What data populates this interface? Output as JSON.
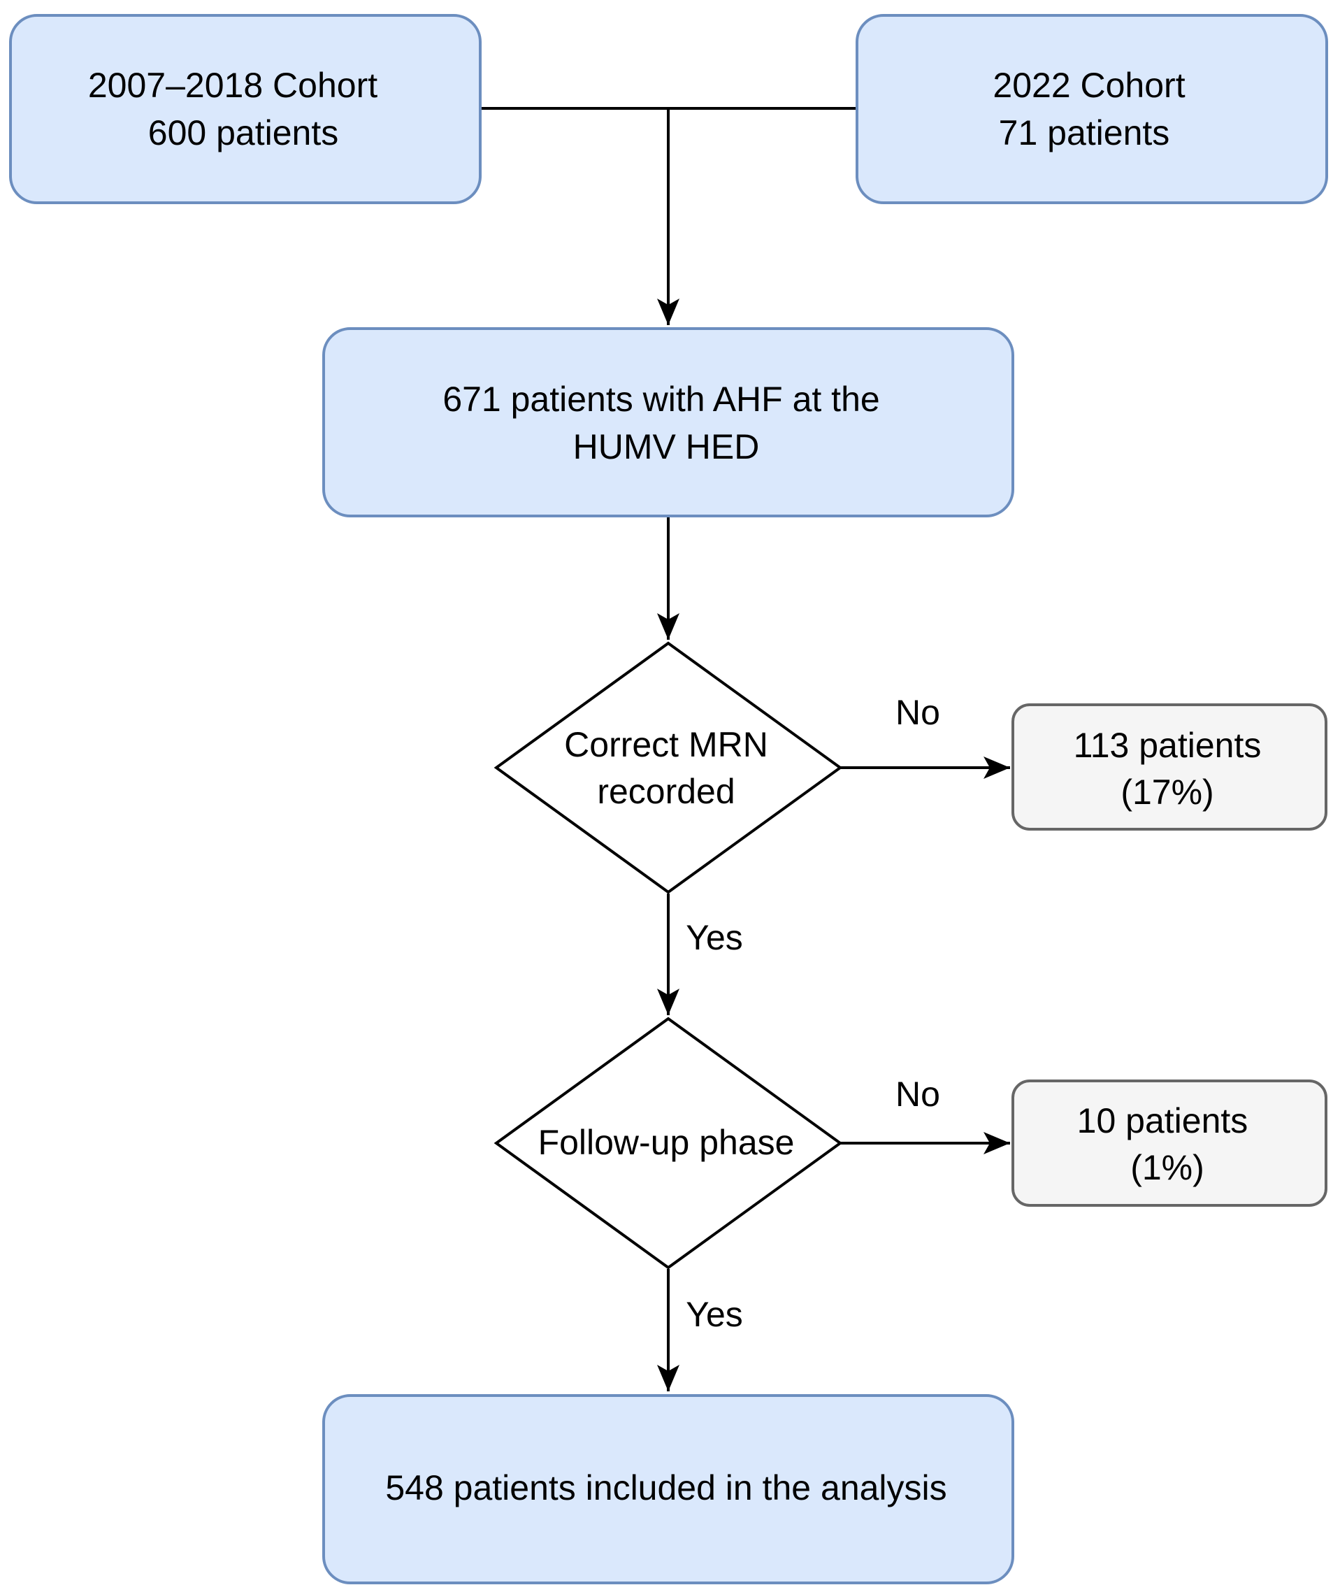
{
  "colors": {
    "box_fill": "#dae8fc",
    "box_stroke": "#6c8ebf",
    "excluded_fill": "#f5f5f5",
    "excluded_stroke": "#666666",
    "decision_fill": "#ffffff",
    "decision_stroke": "#000000",
    "line": "#000000"
  },
  "nodes": {
    "cohort_2007": {
      "line1": "2007–2018 Cohort",
      "line2": "600 patients"
    },
    "cohort_2022": {
      "line1": "2022 Cohort",
      "line2": "71 patients"
    },
    "total": {
      "line1": "671 patients with AHF at the",
      "line2": "HUMV HED"
    },
    "decision_mrn": {
      "line1": "Correct MRN",
      "line2": "recorded"
    },
    "excluded_mrn": {
      "line1": "113 patients",
      "line2": "(17%)"
    },
    "decision_followup": {
      "line1": "Follow-up phase"
    },
    "excluded_followup": {
      "line1": "10 patients",
      "line2": "(1%)"
    },
    "final": {
      "line1": "548 patients included in the analysis"
    }
  },
  "edges": {
    "mrn_no": "No",
    "mrn_yes": "Yes",
    "followup_no": "No",
    "followup_yes": "Yes"
  }
}
